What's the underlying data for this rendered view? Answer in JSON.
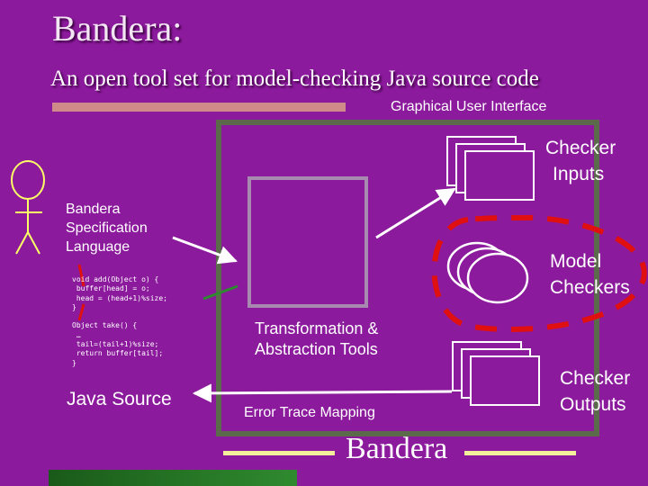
{
  "slide": {
    "title": "Bandera:",
    "subtitle": "An open tool set for model-checking Java source code",
    "gui_label": "Graphical User Interface"
  },
  "diagram": {
    "spec_lines": [
      "Bandera",
      "Specification",
      "Language"
    ],
    "code_lines": [
      "void add(Object o) {",
      " buffer[head] = o;",
      " head = (head+1)%size;",
      "}",
      "",
      "Object take() {",
      " …",
      " tail=(tail+1)%size;",
      " return buffer[tail];",
      "}"
    ],
    "java_source": "Java Source",
    "transformation_lines": [
      "Transformation &",
      "Abstraction Tools"
    ],
    "error_trace": "Error Trace Mapping",
    "bandera": "Bandera",
    "checker_inputs_lines": [
      "Checker",
      "Inputs"
    ],
    "model_checkers_lines": [
      "Model",
      "Checkers"
    ],
    "checker_outputs_lines": [
      "Checker",
      "Outputs"
    ]
  },
  "colors": {
    "background": "#8b1a9c",
    "gui_box": "#5a6a4a",
    "dashed_outline": "#e01010",
    "accent_rule": "#d08a8a"
  }
}
